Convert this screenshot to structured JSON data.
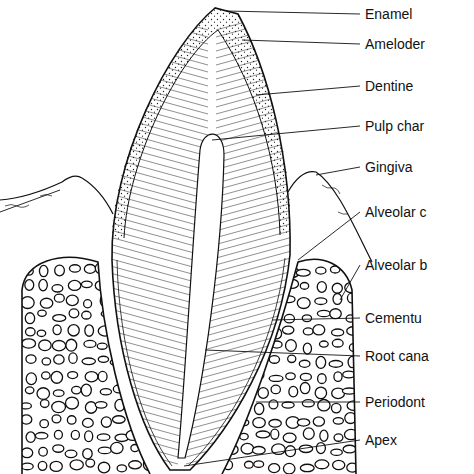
{
  "diagram": {
    "labels": [
      "Enamel",
      "Ameloder",
      "Dentine",
      "Pulp char",
      "Gingiva",
      "Alveolar c",
      "Alveolar b",
      "Cementu",
      "Root cana",
      "Periodont",
      "Apex"
    ]
  }
}
